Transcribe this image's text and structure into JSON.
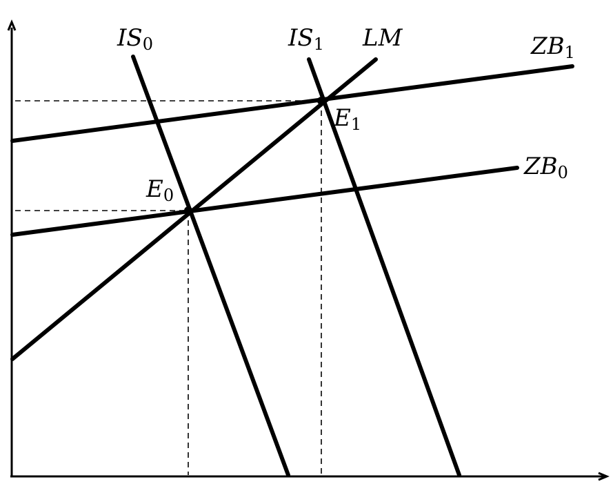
{
  "colors": {
    "ink": "#000000",
    "background": "#ffffff"
  },
  "curves": {
    "is0": {
      "label": "IS",
      "sub": "0"
    },
    "is1": {
      "label": "IS",
      "sub": "1"
    },
    "lm": {
      "label": "LM",
      "sub": ""
    },
    "zb0": {
      "label": "ZB",
      "sub": "0"
    },
    "zb1": {
      "label": "ZB",
      "sub": "1"
    }
  },
  "points": {
    "e0": {
      "label": "E",
      "sub": "0"
    },
    "e1": {
      "label": "E",
      "sub": "1"
    }
  }
}
